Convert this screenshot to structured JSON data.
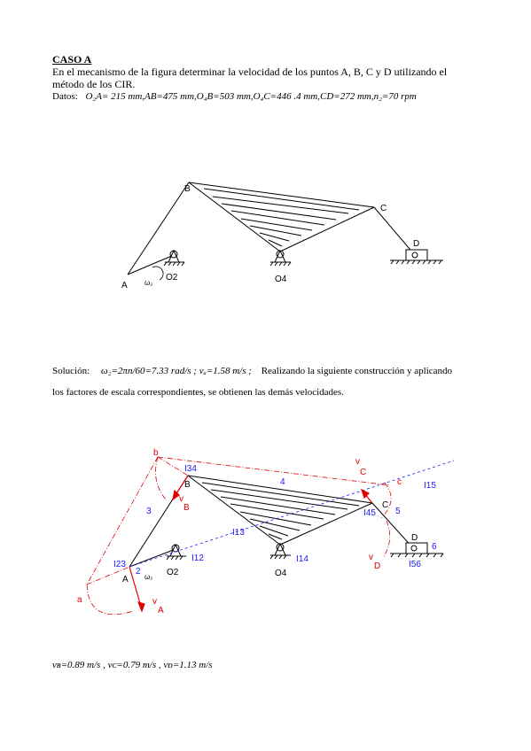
{
  "title": "CASO A",
  "statement": {
    "line1": "En el mecanismo de la figura determinar la velocidad de los puntos A, B, C y D utilizando el",
    "line2": "método de los CIR.",
    "data_label": "Datos:",
    "data_values": "O₂A= 215 mm,AB=475 mm,O₄B=503 mm,O₄C=446 .4 mm,CD=272 mm,n₂=70 rpm"
  },
  "figure1": {
    "labels": {
      "A": "A",
      "B": "B",
      "C": "C",
      "D": "D",
      "O2": "O2",
      "O4": "O4",
      "omega": "ω₂"
    }
  },
  "solution": {
    "label": "Solución:",
    "formula": "ω₂=2πn/60=7.33 rad/s ; vₐ=1.58 m/s ;",
    "text1": "Realizando la siguiente construcción y aplicando",
    "text2": "los factores de escala correspondientes, se obtienen las demás velocidades."
  },
  "figure2": {
    "labels": {
      "a": "a",
      "b": "b",
      "c": "c",
      "A": "A",
      "B": "B",
      "C": "C",
      "D": "D",
      "O2": "O2",
      "O4": "O4",
      "I34": "I34",
      "I23": "I23",
      "I12": "I12",
      "I13": "I13",
      "I14": "I14",
      "I45": "I45",
      "I15": "I15",
      "I56": "I56",
      "n2": "2",
      "n3": "3",
      "n4": "4",
      "n5": "5",
      "n6": "6",
      "vA": "v",
      "vA_sub": "A",
      "vB": "v",
      "vB_sub": "B",
      "vC": "v",
      "vC_sub": "C",
      "vD": "v",
      "vD_sub": "D",
      "omega": "ω₂"
    }
  },
  "results": "vʙ=0.89 m/s ,  vᴄ=0.79 m/s ,  vᴅ=1.13 m/s",
  "colors": {
    "red": "#e00000",
    "blue": "#1a1aff"
  }
}
